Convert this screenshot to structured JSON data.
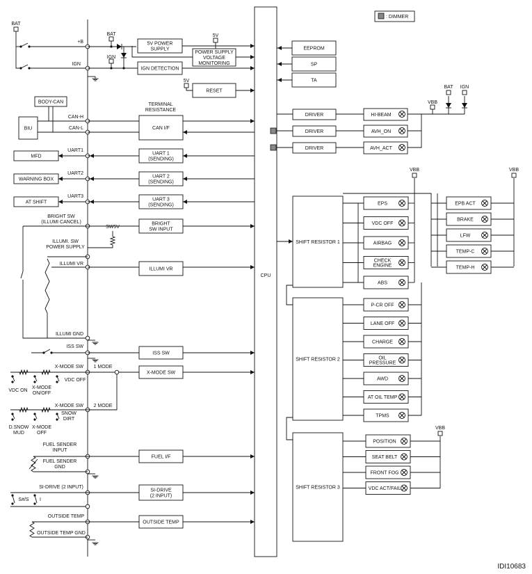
{
  "diagram_id": "IDI10683",
  "legend": {
    "label": ": DIMMER"
  },
  "supply": {
    "bat": "BAT",
    "ign": "IGN",
    "v5": "5V",
    "vbb": "VBB",
    "plus_b": "+B"
  },
  "cpu_label": "CPU",
  "internal_blocks": {
    "power_supply": "5V POWER\nSUPPLY",
    "ign_detection": "IGN DETECTION",
    "voltage_monitoring": "POWER SUPPLY\nVOLTAGE\nMONITORING",
    "reset": "RESET",
    "terminal_resistance": "TERMINAL\nRESISTANCE",
    "can_if": "CAN I/F",
    "uart1": "UART 1\n(SENDING)",
    "uart2": "UART 2\n(SENDING)",
    "uart3": "UART 3\n(SENDING)",
    "bright_sw_input": "BRIGHT\nSW INPUT",
    "illumi_vr": "ILLUMI VR",
    "iss_sw": "ISS SW",
    "x_mode_sw": "X-MODE SW",
    "fuel_if": "FUEL I/F",
    "si_drive": "SI-DRIVE\n(2 INPUT)",
    "outside_temp": "OUTSIDE TEMP"
  },
  "external_units": {
    "body_can": "BODY-CAN",
    "biu": "BIU",
    "mfd": "MFD",
    "warning_box": "WARNING BOX",
    "at_shift": "AT SHIFT"
  },
  "pins": {
    "plus_b": "+B",
    "ign": "IGN",
    "can_h": "CAN-H",
    "can_l": "CAN-L",
    "uart1": "UART1",
    "uart2": "UART2",
    "uart3": "UART3",
    "bright_sw": "BRIGHT SW\n(ILLUMI CANCEL)",
    "sw5v": "SW5V",
    "illumi_supply": "ILLUMI. SW\nPOWER SUPPLY",
    "illumi_vr": "ILLUMI VR",
    "illumi_gnd": "ILLUMI GND",
    "iss_sw": "ISS SW",
    "xmode1": "X-MODE SW",
    "xmode2": "X-MODE SW",
    "one_mode": "1 MODE",
    "two_mode": "2 MODE",
    "fuel_input": "FUEL SENDER\nINPUT",
    "fuel_gnd": "FUEL SENDER\nGND",
    "si_drive": "SI-DRIVE (2 INPUT)",
    "outside_temp": "OUTSIDE TEMP",
    "outside_temp_gnd": "OUTSIDE TEMP GND"
  },
  "switch_labels": {
    "vdc_off": "VDC OFF",
    "vdc_on": "VDC ON",
    "xmode_onoff": "X-MODE\nON/OFF",
    "snow_dirt": "SNOW\nDIRT",
    "dsnow_mud": "D.SNOW\nMUD",
    "xmode_off": "X-MODE\nOFF",
    "sws": "S#/S",
    "i": "I"
  },
  "memory": [
    "EEPROM",
    "SP",
    "TA"
  ],
  "drivers": [
    {
      "driver": "DRIVER",
      "lamp": "HI-BEAM"
    },
    {
      "driver": "DRIVER",
      "lamp": "AVH_ON"
    },
    {
      "driver": "DRIVER",
      "lamp": "AVH_ACT"
    }
  ],
  "shift_registers": [
    "SHIFT RESISTOR 1",
    "SHIFT RESISTOR 2",
    "SHIFT RESISTOR 3"
  ],
  "indicators": {
    "sr1": [
      "EPS",
      "VDC OFF",
      "AIRBAG",
      "CHECK\nENGINE",
      "ABS"
    ],
    "sr1_right": [
      "EPB ACT",
      "BRAKE",
      "LFW",
      "TEMP-C",
      "TEMP-H"
    ],
    "sr2": [
      "P-CR OFF",
      "LANE OFF",
      "CHARGE",
      "OIL\nPRESSURE",
      "AWD",
      "AT OIL TEMP",
      "TPMS"
    ],
    "sr3": [
      "POSITION",
      "SEAT BELT",
      "FRONT FOG",
      "VDC ACT/FAIL"
    ]
  }
}
